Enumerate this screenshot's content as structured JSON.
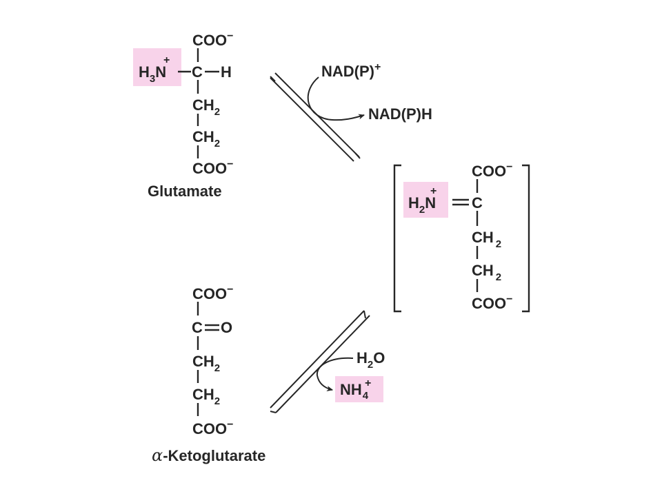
{
  "colors": {
    "highlight": "#f8d3ea",
    "ink": "#262626",
    "background": "#ffffff"
  },
  "glutamate": {
    "name": "Glutamate",
    "top_group": "COO",
    "top_charge": "−",
    "amine": "H",
    "amine_sub": "3",
    "amine_atom": "N",
    "amine_charge": "+",
    "alpha_carbon": "C",
    "alpha_h": "H",
    "chain_1": "CH",
    "chain_1_sub": "2",
    "chain_2": "CH",
    "chain_2_sub": "2",
    "bottom_group": "COO",
    "bottom_charge": "−"
  },
  "intermediate": {
    "top_group": "COO",
    "top_charge": "−",
    "imine": "H",
    "imine_sub": "2",
    "imine_atom": "N",
    "imine_charge": "+",
    "alpha_carbon": "C",
    "chain_1": "CH",
    "chain_1_sub": "2",
    "chain_2": "CH",
    "chain_2_sub": "2",
    "bottom_group": "COO",
    "bottom_charge": "−"
  },
  "ketoglutarate": {
    "name_prefix": "α",
    "name": "-Ketoglutarate",
    "top_group": "COO",
    "top_charge": "−",
    "alpha_carbon": "C",
    "keto_oxygen": "O",
    "chain_1": "CH",
    "chain_1_sub": "2",
    "chain_2": "CH",
    "chain_2_sub": "2",
    "bottom_group": "COO",
    "bottom_charge": "−"
  },
  "reaction_1": {
    "cofactor_in": "NAD(P)",
    "cofactor_in_charge": "+",
    "cofactor_out": "NAD(P)H"
  },
  "reaction_2": {
    "water": "H",
    "water_sub": "2",
    "water_o": "O",
    "ammonium": "NH",
    "ammonium_sub": "4",
    "ammonium_charge": "+"
  }
}
